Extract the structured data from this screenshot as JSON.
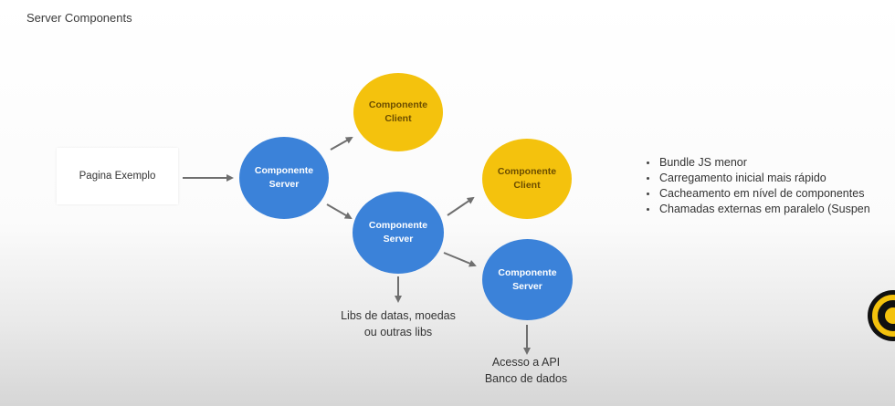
{
  "title": "Server Components",
  "diagram": {
    "page_label": "Pagina Exemplo",
    "nodes": {
      "server1": "Componente\nServer",
      "client1": "Componente\nClient",
      "server2": "Componente\nServer",
      "client2": "Componente\nClient",
      "server3": "Componente\nServer"
    },
    "notes": {
      "libs": "Libs de datas, moedas\nou outras libs",
      "api": "Acesso a API\nBanco de dados"
    },
    "colors": {
      "server": "#3b82d9",
      "client": "#f4c20d",
      "arrow": "#6f6f6f"
    }
  },
  "benefits": [
    "Bundle JS menor",
    "Carregamento inicial mais rápido",
    "Cacheamento em nível de componentes",
    "Chamadas externas em paralelo (Suspen"
  ]
}
